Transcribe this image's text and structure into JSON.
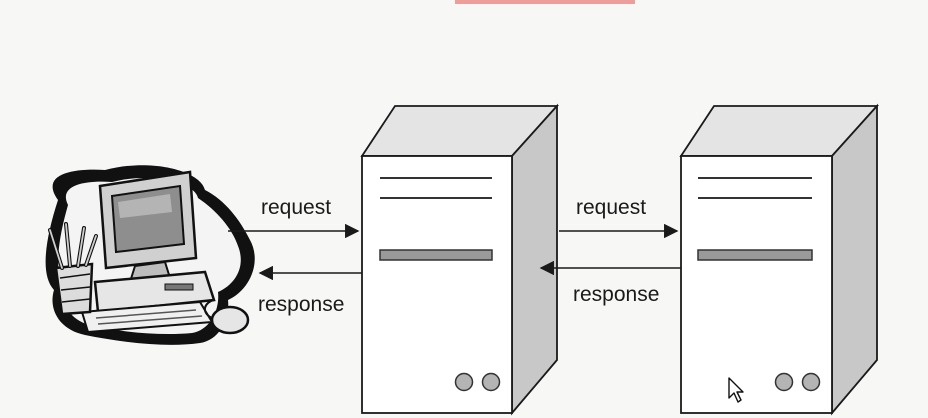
{
  "labels": {
    "browser_to_server_request": "request",
    "server_to_browser_response": "response",
    "server_to_db_request": "request",
    "db_to_server_response": "response"
  },
  "icons": {
    "client": "computer-workstation-icon",
    "server_1": "server-tower-icon",
    "server_2": "server-tower-icon",
    "cursor": "mouse-pointer-icon"
  },
  "colors": {
    "background": "#f7f7f5",
    "stroke": "#1a1a1a",
    "server_front": "#ffffff",
    "server_side": "#c8c8c8",
    "server_top": "#e4e4e4",
    "accent_fragment": "#e4564f"
  }
}
